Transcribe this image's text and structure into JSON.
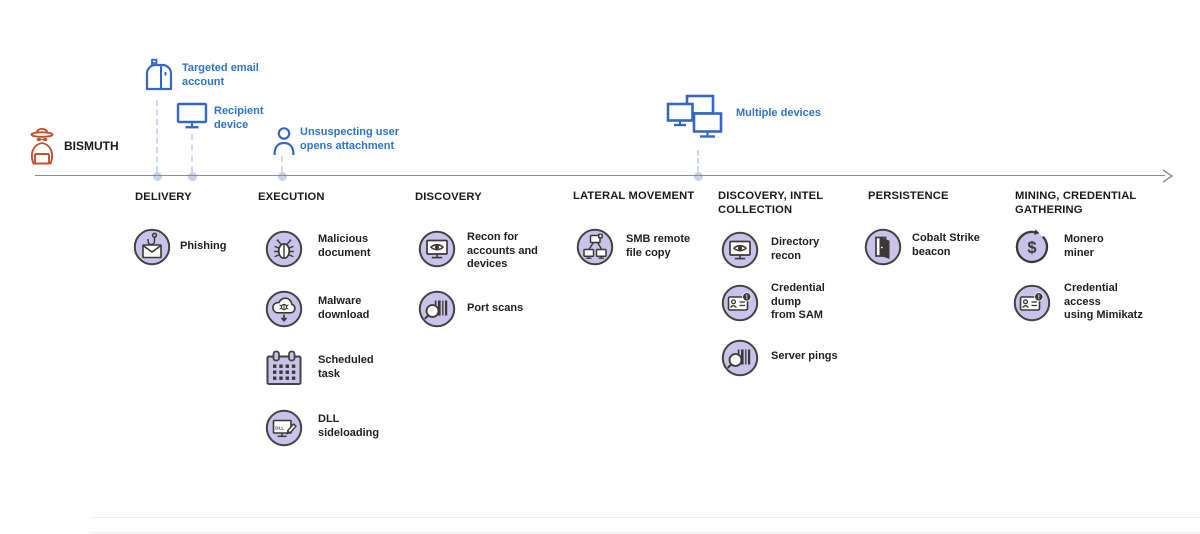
{
  "actor": {
    "label": "BISMUTH"
  },
  "annotations": {
    "targeted_email": "Targeted email\naccount",
    "recipient_device": "Recipient\ndevice",
    "unsuspecting_user": "Unsuspecting user\nopens attachment",
    "multiple_devices": "Multiple devices"
  },
  "columns": [
    {
      "header": "DELIVERY",
      "items": [
        {
          "label": "Phishing",
          "icon": "phishing-icon"
        }
      ]
    },
    {
      "header": "EXECUTION",
      "items": [
        {
          "label": "Malicious\ndocument",
          "icon": "bug-icon"
        },
        {
          "label": "Malware\ndownload",
          "icon": "malware-download-icon"
        },
        {
          "label": "Scheduled\ntask",
          "icon": "calendar-icon"
        },
        {
          "label": "DLL\nsideloading",
          "icon": "dll-sideloading-icon"
        }
      ]
    },
    {
      "header": "DISCOVERY",
      "items": [
        {
          "label": "Recon for\naccounts and\ndevices",
          "icon": "monitor-eye-icon"
        },
        {
          "label": "Port scans",
          "icon": "port-scan-icon"
        }
      ]
    },
    {
      "header": "LATERAL MOVEMENT",
      "items": [
        {
          "label": "SMB remote\nfile copy",
          "icon": "network-copy-icon"
        }
      ]
    },
    {
      "header": "DISCOVERY, INTEL\nCOLLECTION",
      "items": [
        {
          "label": "Directory\nrecon",
          "icon": "monitor-eye-icon"
        },
        {
          "label": "Credential\ndump\nfrom SAM",
          "icon": "id-card-alert-icon"
        },
        {
          "label": "Server pings",
          "icon": "port-scan-icon"
        }
      ]
    },
    {
      "header": "PERSISTENCE",
      "items": [
        {
          "label": "Cobalt Strike\nbeacon",
          "icon": "door-icon"
        }
      ]
    },
    {
      "header": "MINING, CREDENTIAL\nGATHERING",
      "items": [
        {
          "label": "Monero\nminer",
          "icon": "dollar-cycle-icon"
        },
        {
          "label": "Credential\naccess\nusing Mimikatz",
          "icon": "id-card-alert-icon"
        }
      ]
    }
  ],
  "icon_text": {
    "dollar": "$",
    "dll": "DLL",
    "alert": "!"
  },
  "colors": {
    "annotation_blue": "#2e74c9",
    "icon_blue": "#3566c2",
    "actor_orange": "#c1502e",
    "badge_fill": "#c9c2ea",
    "badge_border": "#45413e",
    "glyph_dark": "#3b3835",
    "timeline_gray": "#8c8c8c",
    "connector_blue": "#cdd9f2"
  }
}
